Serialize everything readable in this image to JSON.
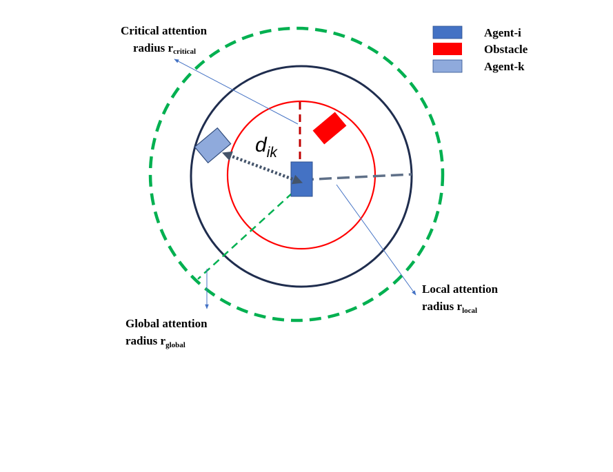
{
  "legend": {
    "items": [
      {
        "label": "Agent-i",
        "color": "#4472C4"
      },
      {
        "label": "Obstacle",
        "color": "#FF0000"
      },
      {
        "label": "Agent-k",
        "color": "#8FAADC"
      }
    ]
  },
  "labels": {
    "critical": {
      "line1": "Critical attention",
      "line2_main": "radius r",
      "line2_sub": "critical"
    },
    "local": {
      "line1": "Local attention",
      "line2_main": "radius r",
      "line2_sub": "local"
    },
    "global": {
      "line1": "Global attention",
      "line2_main": "radius r",
      "line2_sub": "global"
    }
  },
  "distance_label": {
    "main": "d",
    "sub": "ik"
  },
  "colors": {
    "global_circle": "#00B050",
    "local_circle": "#1F2D4E",
    "critical_circle": "#FF0000",
    "agent_i": "#4472C4",
    "agent_k": "#8FAADC",
    "obstacle": "#FF0000",
    "pointer": "#4472C4",
    "dashed_gray": "#5F7088",
    "dotted_arrow": "#44546A"
  }
}
